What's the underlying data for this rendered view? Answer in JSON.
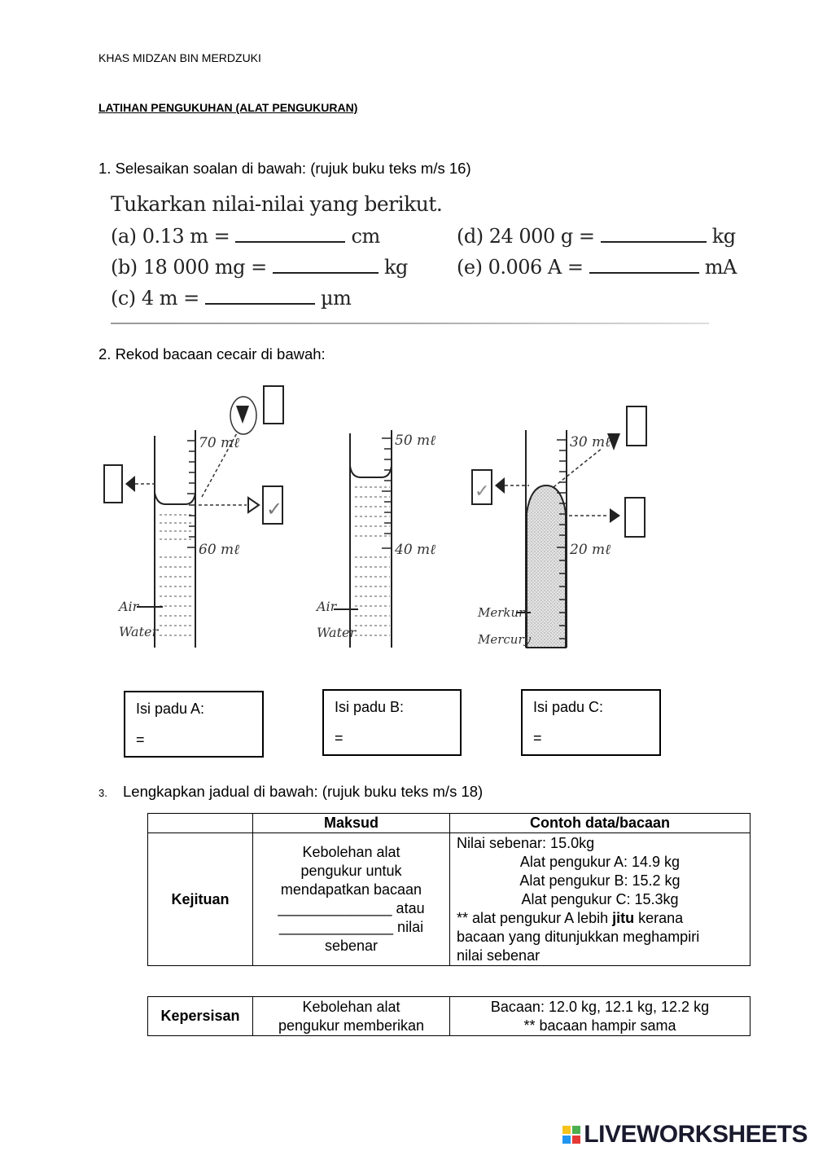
{
  "header": {
    "name": "KHAS MIDZAN BIN MERDZUKI",
    "title": "LATIHAN PENGUKUHAN (ALAT PENGUKURAN)"
  },
  "q1": {
    "prompt": "1.  Selesaikan soalan di bawah: (rujuk buku teks m/s 16)",
    "heading": "Tukarkan nilai-nilai yang berikut.",
    "items": [
      {
        "label": "(a)",
        "expr": "0.13 m =",
        "unit": "cm"
      },
      {
        "label": "(b)",
        "expr": "18 000 mg =",
        "unit": "kg"
      },
      {
        "label": "(c)",
        "expr": "4 m =",
        "unit": "µm"
      },
      {
        "label": "(d)",
        "expr": "24 000 g =",
        "unit": "kg"
      },
      {
        "label": "(e)",
        "expr": "0.006 A =",
        "unit": "mA"
      }
    ]
  },
  "q2": {
    "prompt": "2. Rekod bacaan cecair di bawah:",
    "cylA": {
      "top": "70 mℓ",
      "mid": "60 mℓ",
      "air": "Air",
      "liquid": "Water",
      "check": "✓"
    },
    "cylB": {
      "top": "50 mℓ",
      "mid": "40 mℓ",
      "air": "Air",
      "liquid": "Water"
    },
    "cylC": {
      "top": "30 mℓ",
      "mid": "20 mℓ",
      "air": "Merkuri",
      "liquid": "Mercury",
      "check": "✓"
    },
    "boxes": [
      {
        "label": "Isi padu A:",
        "eq": "="
      },
      {
        "label": "Isi padu B:",
        "eq": "="
      },
      {
        "label": "Isi padu C:",
        "eq": "="
      }
    ]
  },
  "q3": {
    "number": "3.",
    "prompt": "Lengkapkan jadual di bawah: (rujuk buku teks m/s 18)",
    "headers": [
      "",
      "Maksud",
      "Contoh data/bacaan"
    ],
    "row1": {
      "term": "Kejituan",
      "meaning_lines": [
        "Kebolehan alat",
        "pengukur untuk",
        "mendapatkan bacaan",
        "______________ atau",
        "______________ nilai",
        "sebenar"
      ],
      "example_first": "Nilai sebenar: 15.0kg",
      "example_centered": [
        "Alat pengukur A: 14.9 kg",
        "Alat pengukur B: 15.2 kg",
        "Alat pengukur C: 15.3kg"
      ],
      "note_pre": "** alat pengukur A lebih ",
      "note_bold": "jitu",
      "note_post": " kerana",
      "note_lines": [
        "bacaan yang ditunjukkan meghampiri",
        "nilai sebenar"
      ]
    },
    "row2": {
      "term": "Kepersisan",
      "meaning_lines": [
        "Kebolehan alat",
        "pengukur memberikan"
      ],
      "example_lines": [
        "Bacaan: 12.0 kg, 12.1 kg, 12.2 kg",
        "** bacaan hampir sama"
      ]
    }
  },
  "footer": {
    "logo": "LIVEWORKSHEETS"
  }
}
